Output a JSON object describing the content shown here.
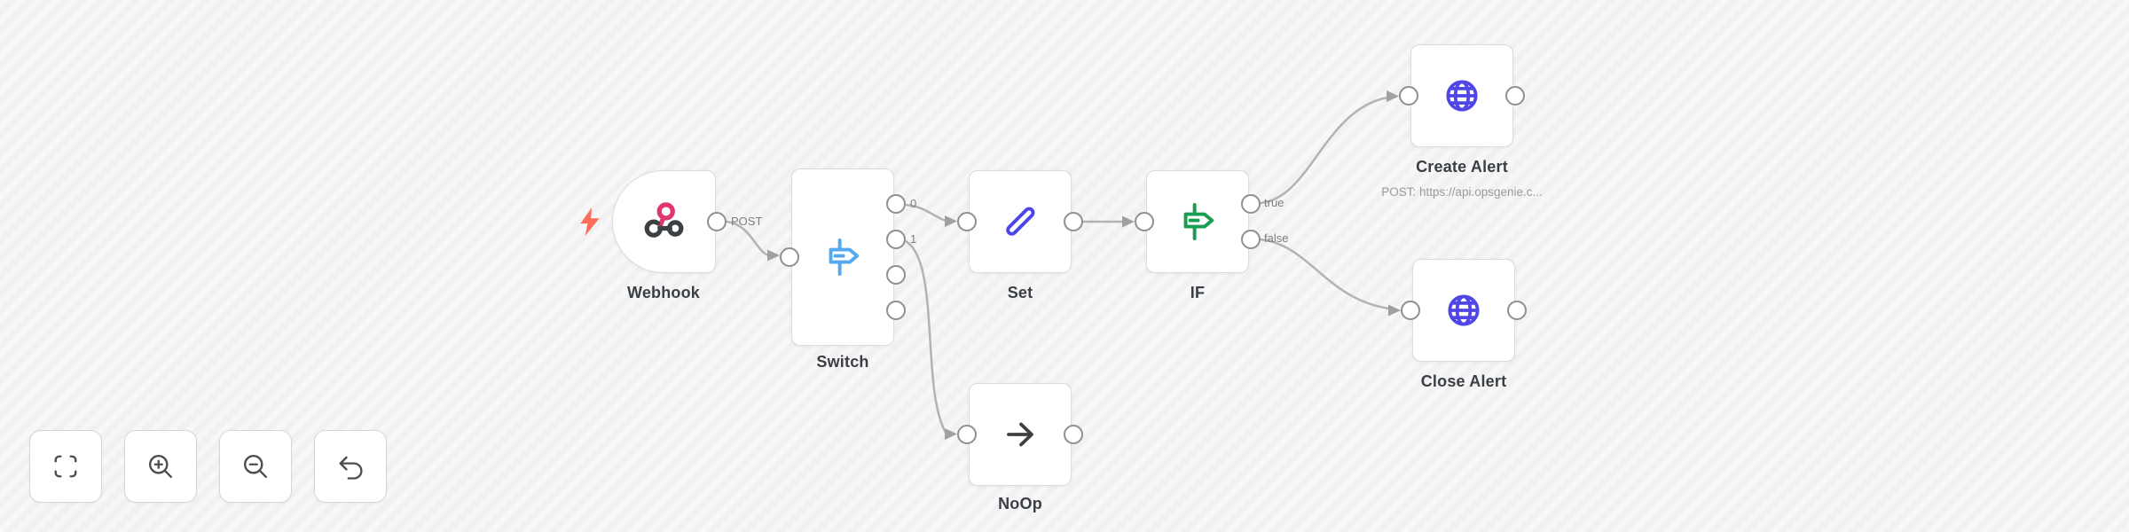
{
  "canvas": {
    "background_base": "#f6f6f7",
    "background_stripe": "#f1f1f2",
    "edge_color": "#b3b3b3",
    "arrow_color": "#a0a0a0",
    "port_border": "#8f8f8f",
    "node_border": "#dbdbdb",
    "node_bg": "#ffffff"
  },
  "colors": {
    "webhook_pink": "#e0366e",
    "webhook_dark": "#3b4045",
    "switch_blue": "#54a9f0",
    "set_indigo": "#4b45e8",
    "if_green": "#189d52",
    "globe_indigo": "#4f46e5",
    "noop_dark": "#3f3f3f",
    "trigger_bolt": "#ff6d5a",
    "label_color": "#3a3f45",
    "port_label_color": "#7d7d7d",
    "subtitle_color": "#9a9a9a"
  },
  "nodes": {
    "webhook": {
      "label": "Webhook",
      "output_label": "POST"
    },
    "switch": {
      "label": "Switch",
      "output_labels": [
        "0",
        "1",
        "",
        ""
      ]
    },
    "set": {
      "label": "Set"
    },
    "if": {
      "label": "IF",
      "output_labels": [
        "true",
        "false"
      ]
    },
    "create_alert": {
      "label": "Create Alert",
      "subtitle": "POST: https://api.opsgenie.c..."
    },
    "close_alert": {
      "label": "Close Alert"
    },
    "noop": {
      "label": "NoOp"
    }
  },
  "edges": [
    {
      "from": "Webhook",
      "to": "Switch"
    },
    {
      "from": "Switch:0",
      "to": "Set"
    },
    {
      "from": "Switch:1",
      "to": "NoOp"
    },
    {
      "from": "Set",
      "to": "IF"
    },
    {
      "from": "IF:true",
      "to": "Create Alert"
    },
    {
      "from": "IF:false",
      "to": "Close Alert"
    }
  ],
  "controls": [
    "fit-view",
    "zoom-in",
    "zoom-out",
    "reset-zoom"
  ]
}
